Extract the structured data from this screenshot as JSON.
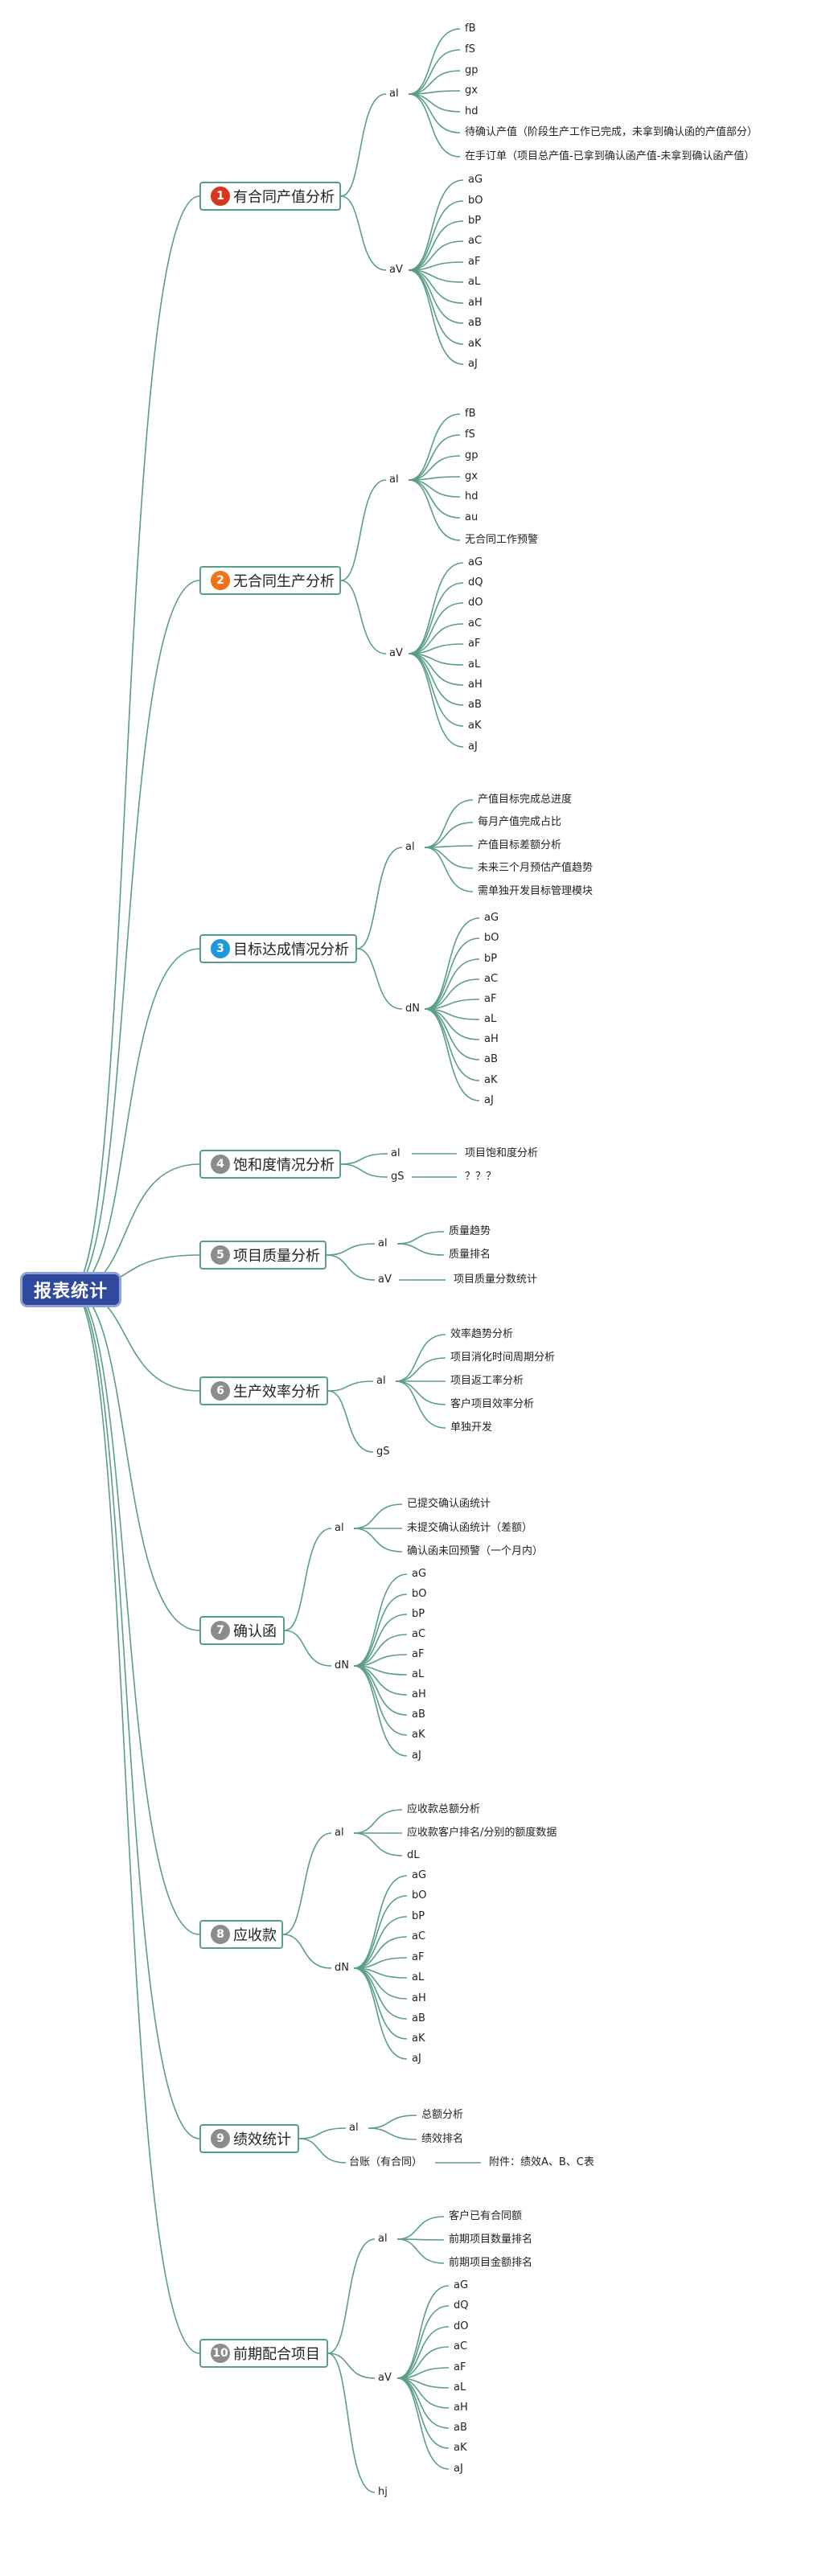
{
  "root": "报表统计",
  "topics": [
    {
      "num": "1",
      "color": "#d8361d",
      "cls": "red",
      "title": "有合同产值分析",
      "groups": [
        {
          "label": "al",
          "items": [
            "fB",
            "fS",
            "gp",
            "gx",
            "hd",
            "待确认产值（阶段生产工作已完成，未拿到确认函的产值部分）",
            "在手订单（项目总产值-已拿到确认函产值-未拿到确认函产值）"
          ]
        },
        {
          "label": "aV",
          "items": [
            "aG",
            "bO",
            "bP",
            "aC",
            "aF",
            "aL",
            "aH",
            "aB",
            "aK",
            "aJ"
          ]
        }
      ]
    },
    {
      "num": "2",
      "color": "#f07415",
      "cls": "orange",
      "title": "无合同生产分析",
      "groups": [
        {
          "label": "al",
          "items": [
            "fB",
            "fS",
            "gp",
            "gx",
            "hd",
            "au",
            "无合同工作预警"
          ]
        },
        {
          "label": "aV",
          "items": [
            "aG",
            "dQ",
            "dO",
            "aC",
            "aF",
            "aL",
            "aH",
            "aB",
            "aK",
            "aJ"
          ]
        }
      ]
    },
    {
      "num": "3",
      "color": "#1f97db",
      "cls": "blue",
      "title": "目标达成情况分析",
      "groups": [
        {
          "label": "al",
          "items": [
            "产值目标完成总进度",
            "每月产值完成占比",
            "产值目标差额分析",
            "未来三个月预估产值趋势",
            "需单独开发目标管理模块"
          ]
        },
        {
          "label": "dN",
          "items": [
            "aG",
            "bO",
            "bP",
            "aC",
            "aF",
            "aL",
            "aH",
            "aB",
            "aK",
            "aJ"
          ]
        }
      ]
    },
    {
      "num": "4",
      "color": "#8c8c8c",
      "cls": "gray",
      "title": "饱和度情况分析",
      "groups": [
        {
          "label": "al",
          "items": [
            "项目饱和度分析"
          ]
        },
        {
          "label": "gS",
          "items": [
            "？？？"
          ]
        }
      ]
    },
    {
      "num": "5",
      "color": "#8c8c8c",
      "cls": "gray",
      "title": "项目质量分析",
      "groups": [
        {
          "label": "al",
          "items": [
            "质量趋势",
            "质量排名"
          ]
        },
        {
          "label": "aV",
          "items": [
            "项目质量分数统计"
          ]
        }
      ]
    },
    {
      "num": "6",
      "color": "#8c8c8c",
      "cls": "gray",
      "title": "生产效率分析",
      "groups": [
        {
          "label": "al",
          "items": [
            "效率趋势分析",
            "项目消化时间周期分析",
            "项目返工率分析",
            "客户项目效率分析",
            "单独开发"
          ]
        },
        {
          "label": "gS",
          "items": []
        }
      ]
    },
    {
      "num": "7",
      "color": "#8c8c8c",
      "cls": "gray",
      "title": "确认函",
      "groups": [
        {
          "label": "al",
          "items": [
            "已提交确认函统计",
            "未提交确认函统计（差额）",
            "确认函未回预警（一个月内）"
          ]
        },
        {
          "label": "dN",
          "items": [
            "aG",
            "bO",
            "bP",
            "aC",
            "aF",
            "aL",
            "aH",
            "aB",
            "aK",
            "aJ"
          ]
        }
      ]
    },
    {
      "num": "8",
      "color": "#8c8c8c",
      "cls": "gray",
      "title": "应收款",
      "groups": [
        {
          "label": "al",
          "items": [
            "应收款总额分析",
            "应收款客户排名/分别的额度数据",
            "dL"
          ]
        },
        {
          "label": "dN",
          "items": [
            "aG",
            "bO",
            "bP",
            "aC",
            "aF",
            "aL",
            "aH",
            "aB",
            "aK",
            "aJ"
          ]
        }
      ]
    },
    {
      "num": "9",
      "color": "#8c8c8c",
      "cls": "gray",
      "title": "绩效统计",
      "groups": [
        {
          "label": "al",
          "items": [
            "总额分析",
            "绩效排名"
          ]
        },
        {
          "label": "台账（有合同）",
          "items": [
            "附件：绩效A、B、C表"
          ]
        }
      ]
    },
    {
      "num": "10",
      "color": "#8c8c8c",
      "cls": "gray",
      "title": "前期配合项目",
      "groups": [
        {
          "label": "al",
          "items": [
            "客户已有合同额",
            "前期项目数量排名",
            "前期项目金额排名"
          ]
        },
        {
          "label": "aV",
          "items": [
            "aG",
            "dQ",
            "dO",
            "aC",
            "aF",
            "aL",
            "aH",
            "aB",
            "aK",
            "aJ"
          ]
        },
        {
          "label": "hj",
          "items": []
        }
      ]
    }
  ]
}
